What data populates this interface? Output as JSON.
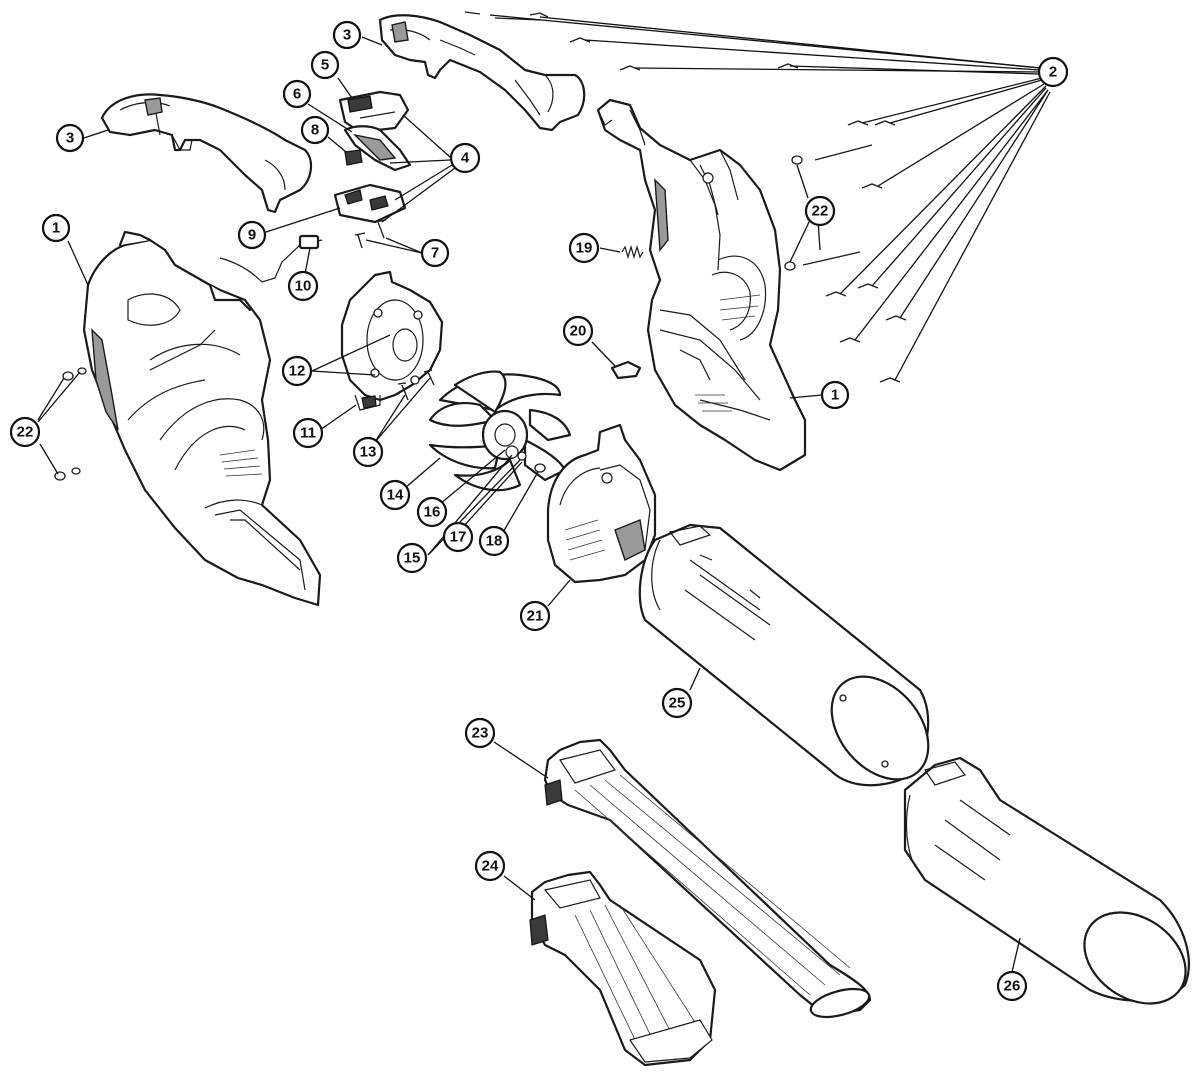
{
  "callouts": {
    "c1a": "1",
    "c1b": "1",
    "c2": "2",
    "c3a": "3",
    "c3b": "3",
    "c4": "4",
    "c5": "5",
    "c6": "6",
    "c7": "7",
    "c8": "8",
    "c9": "9",
    "c10": "10",
    "c11": "11",
    "c12": "12",
    "c13": "13",
    "c14": "14",
    "c15": "15",
    "c16": "16",
    "c17": "17",
    "c18": "18",
    "c19": "19",
    "c20": "20",
    "c21": "21",
    "c22a": "22",
    "c22b": "22",
    "c23": "23",
    "c24": "24",
    "c25": "25",
    "c26": "26"
  }
}
